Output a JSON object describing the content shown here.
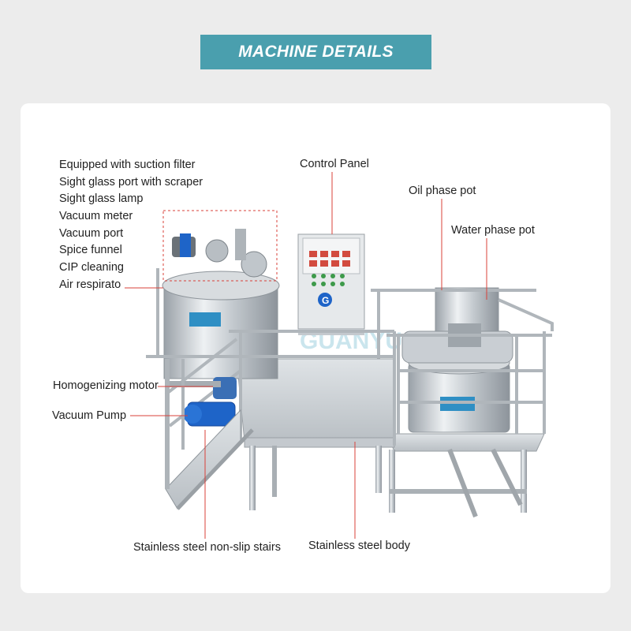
{
  "banner": {
    "title": "MACHINE DETAILS"
  },
  "features": [
    "Equipped with suction filter",
    "Sight glass port with scraper",
    "Sight glass lamp",
    "Vacuum meter",
    "Vacuum port",
    "Spice funnel",
    "CIP cleaning",
    "Air respirato"
  ],
  "callouts": {
    "control_panel": "Control Panel",
    "oil_phase_pot": "Oil phase pot",
    "water_phase_pot": "Water phase pot",
    "homogenizing_motor": "Homogenizing motor",
    "vacuum_pump": "Vacuum Pump",
    "stairs": "Stainless steel non-slip stairs",
    "body": "Stainless steel body"
  },
  "brand": {
    "watermark": "GUANYU",
    "logo_text": "G"
  },
  "colors": {
    "banner": "#4a9fae",
    "leader_line": "#d9413a",
    "brand_blue": "#1e64c8",
    "steel": "#c9ced3"
  }
}
